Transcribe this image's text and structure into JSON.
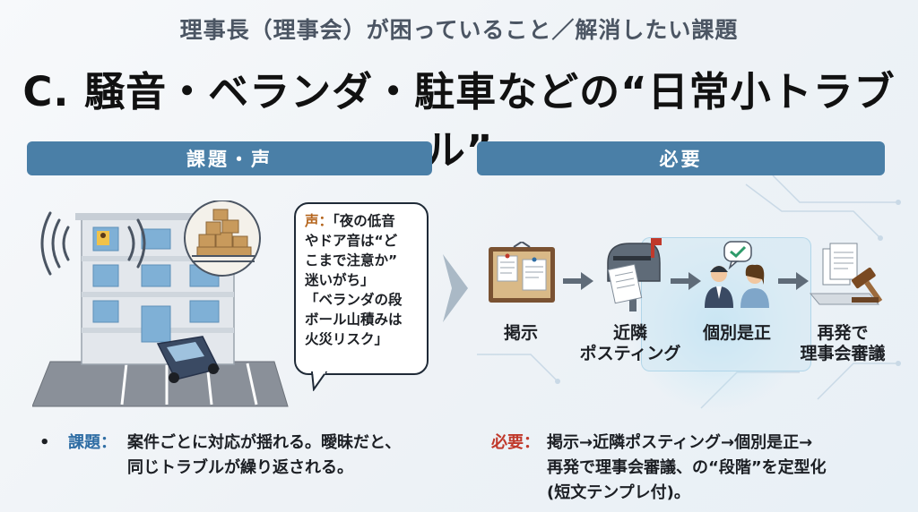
{
  "header": {
    "subtitle": "理事長（理事会）が困っていること／解消したい課題",
    "title": "C. 騒音・ベランダ・駐車などの“日常小トラブル”"
  },
  "bands": {
    "left": "課題・声",
    "right": "必要"
  },
  "bubble": {
    "voice_label": "声：",
    "line1": "「夜の低音",
    "line2": "やドア音は“ど",
    "line3": "こまで注意か”",
    "line4": "迷いがち」",
    "line5": "「ベランダの段",
    "line6": "ボール山積みは",
    "line7": "火災リスク」"
  },
  "flow": {
    "steps": [
      {
        "label_line1": "掲示",
        "label_line2": "",
        "icon": "bulletin-board-icon"
      },
      {
        "label_line1": "近隣",
        "label_line2": "ポスティング",
        "icon": "mailbox-icon"
      },
      {
        "label_line1": "個別是正",
        "label_line2": "",
        "icon": "conversation-icon"
      },
      {
        "label_line1": "再発で",
        "label_line2": "理事会審議",
        "icon": "gavel-document-icon"
      }
    ]
  },
  "footer": {
    "issue_bullet": "•",
    "issue_tag": "課題：",
    "issue_line1": "案件ごとに対応が揺れる。曖昧だと、",
    "issue_line2": "同じトラブルが繰り返される。",
    "need_tag": "必要：",
    "need_line1": "掲示→近隣ポスティング→個別是正→",
    "need_line2": "再発で理事会審議、の“段階”を定型化",
    "need_line3": "(短文テンプレ付)。"
  },
  "colors": {
    "band": "#4a7fa7",
    "issue_tag": "#2e6da4",
    "need_tag": "#c0392b",
    "voice_label": "#b5651d"
  }
}
